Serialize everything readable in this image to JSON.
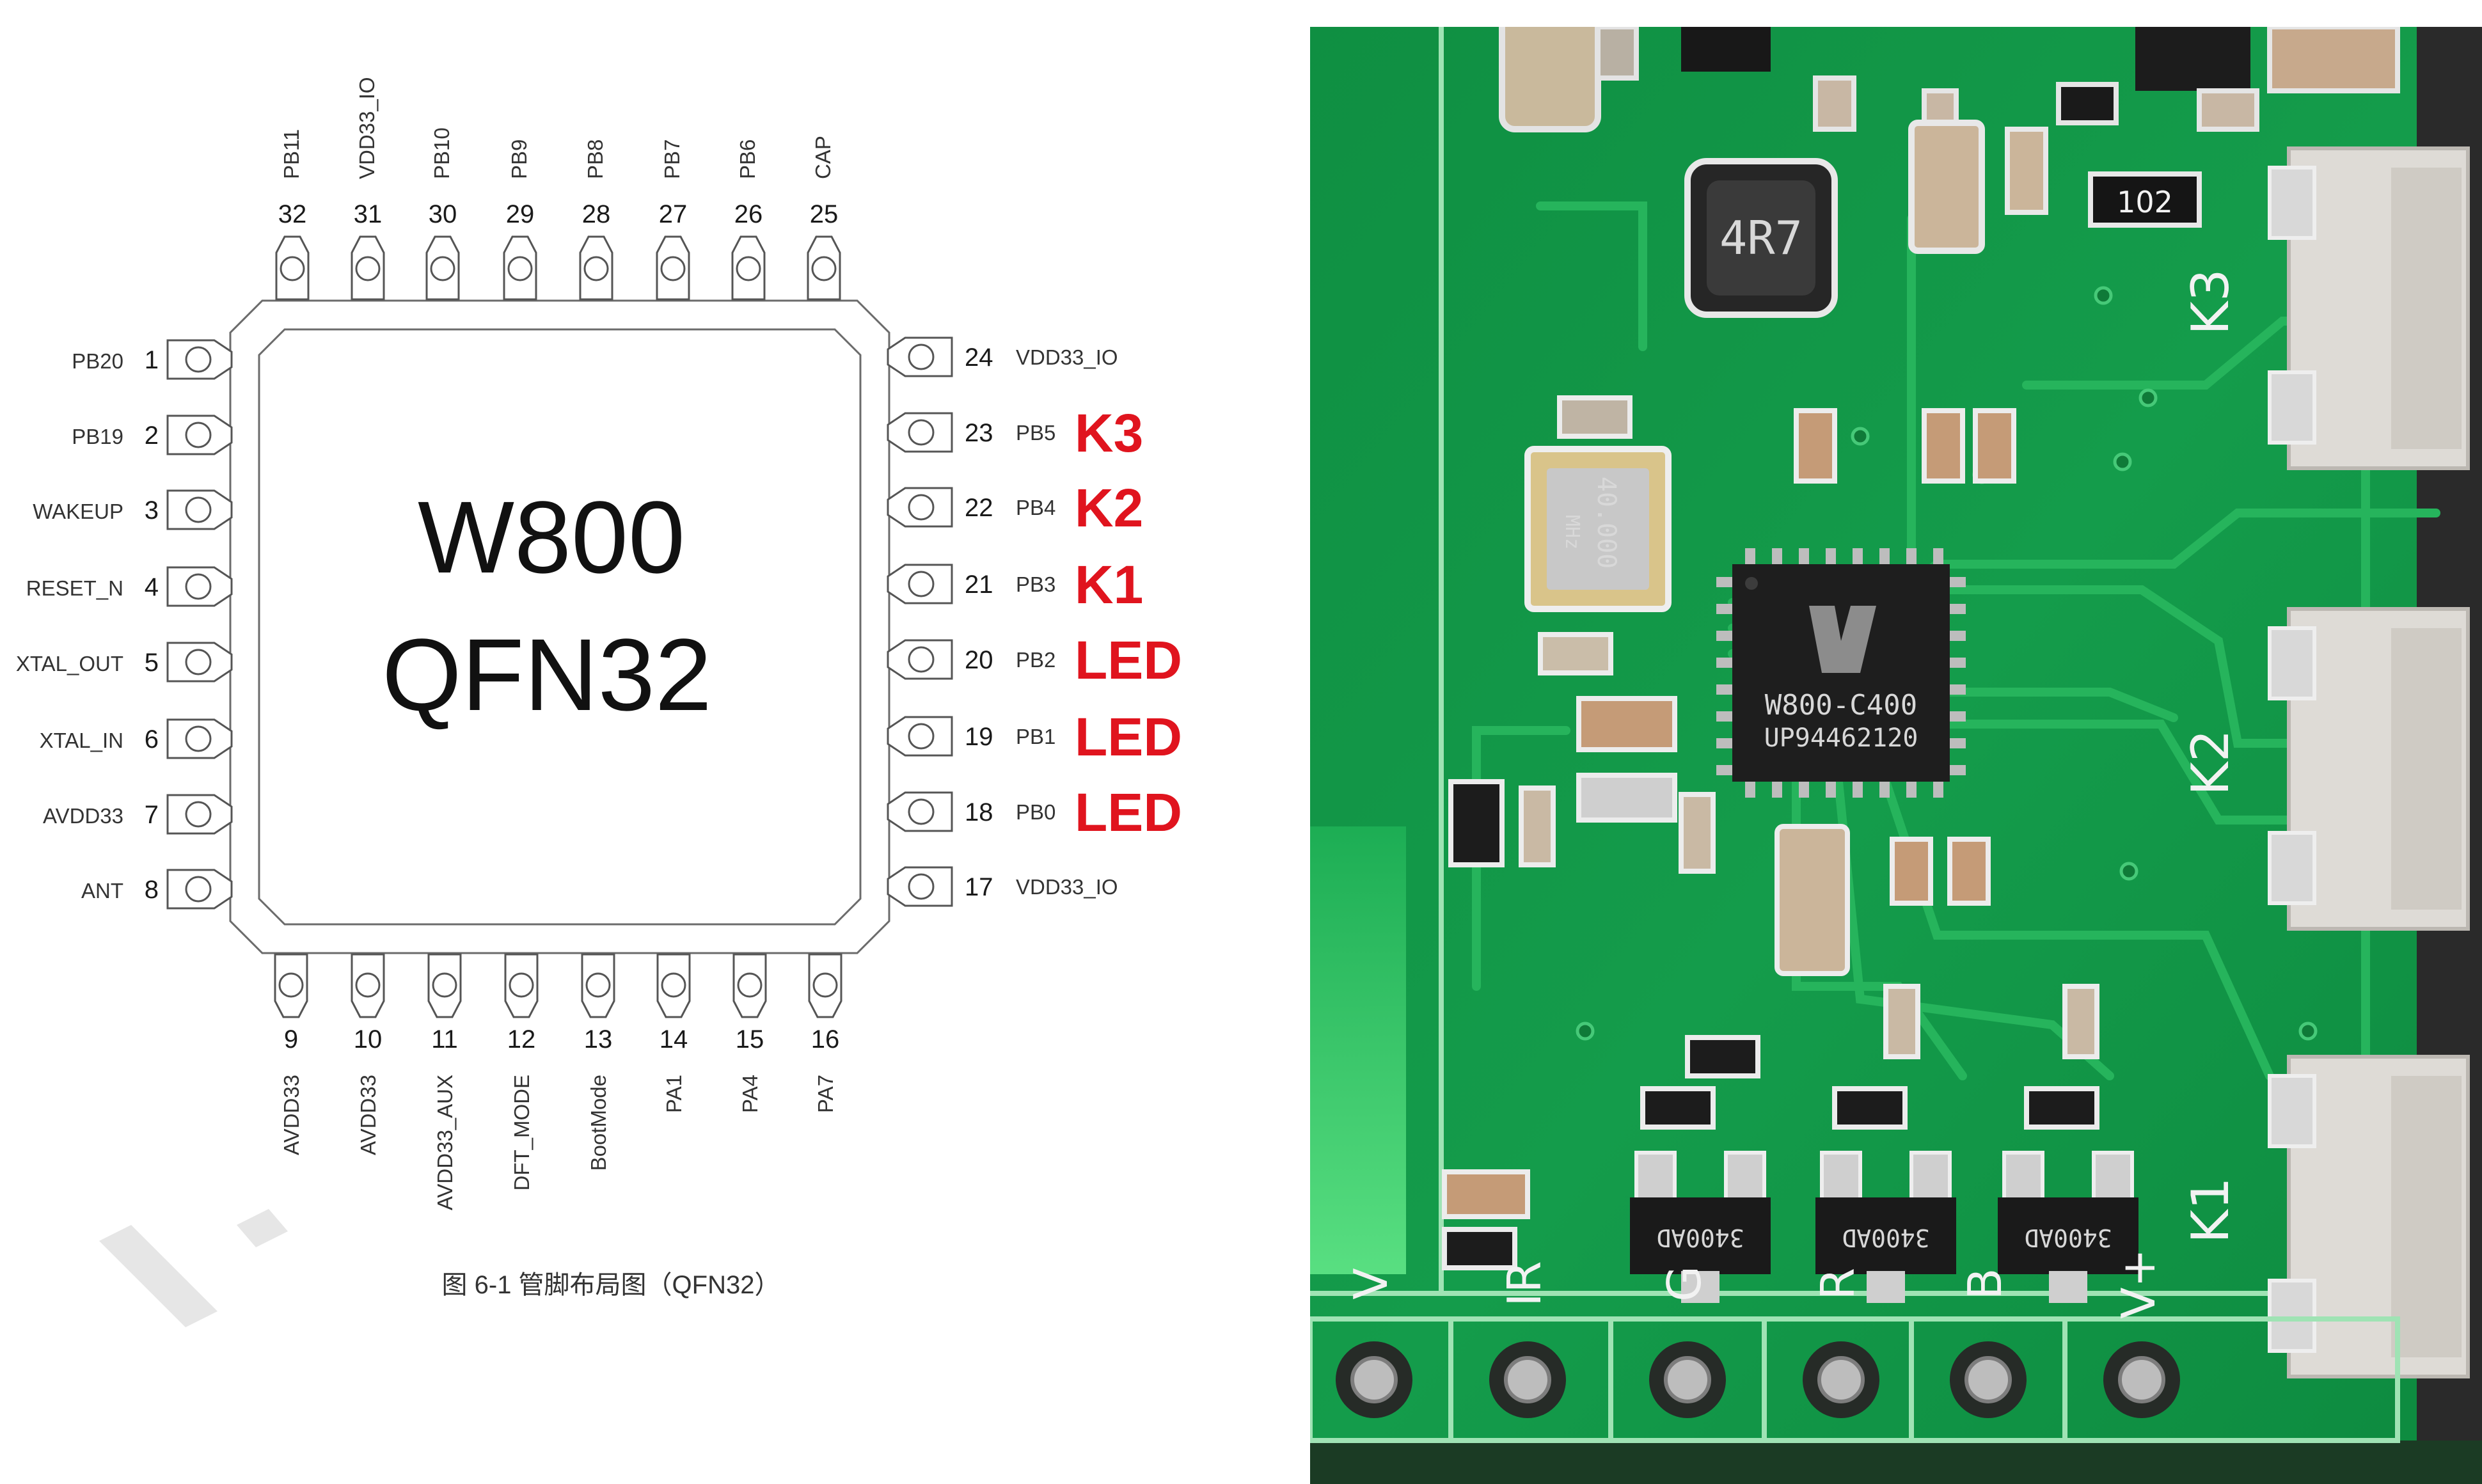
{
  "chip": {
    "name": "W800",
    "package": "QFN32"
  },
  "pins": {
    "top": [
      {
        "num": "32",
        "label": "PB11"
      },
      {
        "num": "31",
        "label": "VDD33_IO"
      },
      {
        "num": "30",
        "label": "PB10"
      },
      {
        "num": "29",
        "label": "PB9"
      },
      {
        "num": "28",
        "label": "PB8"
      },
      {
        "num": "27",
        "label": "PB7"
      },
      {
        "num": "26",
        "label": "PB6"
      },
      {
        "num": "25",
        "label": "CAP"
      }
    ],
    "left": [
      {
        "num": "1",
        "label": "PB20"
      },
      {
        "num": "2",
        "label": "PB19"
      },
      {
        "num": "3",
        "label": "WAKEUP"
      },
      {
        "num": "4",
        "label": "RESET_N"
      },
      {
        "num": "5",
        "label": "XTAL_OUT"
      },
      {
        "num": "6",
        "label": "XTAL_IN"
      },
      {
        "num": "7",
        "label": "AVDD33"
      },
      {
        "num": "8",
        "label": "ANT"
      }
    ],
    "right": [
      {
        "num": "24",
        "label": "VDD33_IO",
        "note": ""
      },
      {
        "num": "23",
        "label": "PB5",
        "note": "K3"
      },
      {
        "num": "22",
        "label": "PB4",
        "note": "K2"
      },
      {
        "num": "21",
        "label": "PB3",
        "note": "K1"
      },
      {
        "num": "20",
        "label": "PB2",
        "note": "LED"
      },
      {
        "num": "19",
        "label": "PB1",
        "note": "LED"
      },
      {
        "num": "18",
        "label": "PB0",
        "note": "LED"
      },
      {
        "num": "17",
        "label": "VDD33_IO",
        "note": ""
      }
    ],
    "bottom": [
      {
        "num": "9",
        "label": "AVDD33"
      },
      {
        "num": "10",
        "label": "AVDD33"
      },
      {
        "num": "11",
        "label": "AVDD33_AUX"
      },
      {
        "num": "12",
        "label": "DFT_MODE"
      },
      {
        "num": "13",
        "label": "BootMode"
      },
      {
        "num": "14",
        "label": "PA1"
      },
      {
        "num": "15",
        "label": "PA4"
      },
      {
        "num": "16",
        "label": "PA7"
      }
    ]
  },
  "caption": "图 6-1  管脚布局图（QFN32）",
  "colors": {
    "annotation": "#e0141e",
    "pcb": "#139a4a",
    "trace": "#27b45c"
  },
  "photo": {
    "ic_marking": [
      "W800-C400",
      "UP94462120"
    ],
    "crystal": [
      "40.000",
      "MHz"
    ],
    "inductor": "4R7",
    "resistor": "102",
    "transistor_marking": "3400AD",
    "button_labels": [
      "K3",
      "K2",
      "K1"
    ],
    "header_labels": [
      "V",
      "IR",
      "G",
      "R",
      "B",
      "V+"
    ]
  }
}
